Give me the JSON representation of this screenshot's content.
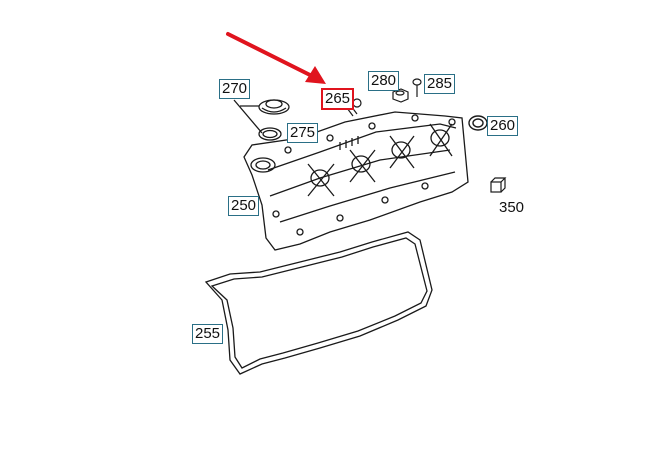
{
  "callouts": {
    "c250": "250",
    "c255": "255",
    "c260": "260",
    "c265": "265",
    "c270": "270",
    "c275": "275",
    "c280": "280",
    "c285": "285",
    "c350": "350"
  },
  "colors": {
    "line": "#1a1a1a",
    "callout_border": "#2a6f86",
    "highlight": "#e0141e"
  },
  "icons": {
    "arrow": "red-pointer-arrow"
  }
}
